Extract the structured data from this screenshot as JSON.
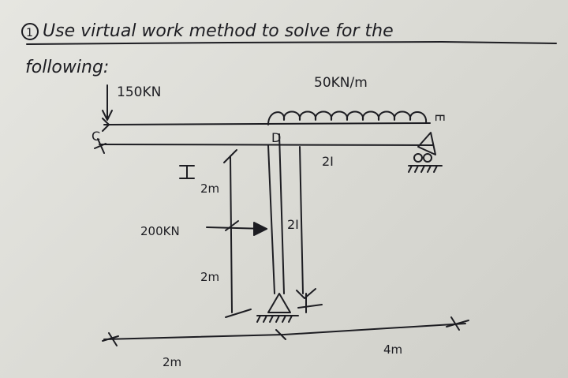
{
  "problem": {
    "number": "1",
    "line1": "Use virtual work method to solve for the",
    "line2": "following:"
  },
  "loads": {
    "point_top": "150KN",
    "udl": "50KN/m",
    "point_side": "200KN"
  },
  "nodes": {
    "c": "C",
    "d": "D",
    "e": "E"
  },
  "members": {
    "beam_cd": "I",
    "beam_de": "2I",
    "column": "2I"
  },
  "dimensions": {
    "upper": "2m",
    "lower": "2m",
    "span_left": "2m",
    "span_right": "4m"
  },
  "colors": {
    "ink": "#1d1d22",
    "paper": "#e0e0da"
  }
}
